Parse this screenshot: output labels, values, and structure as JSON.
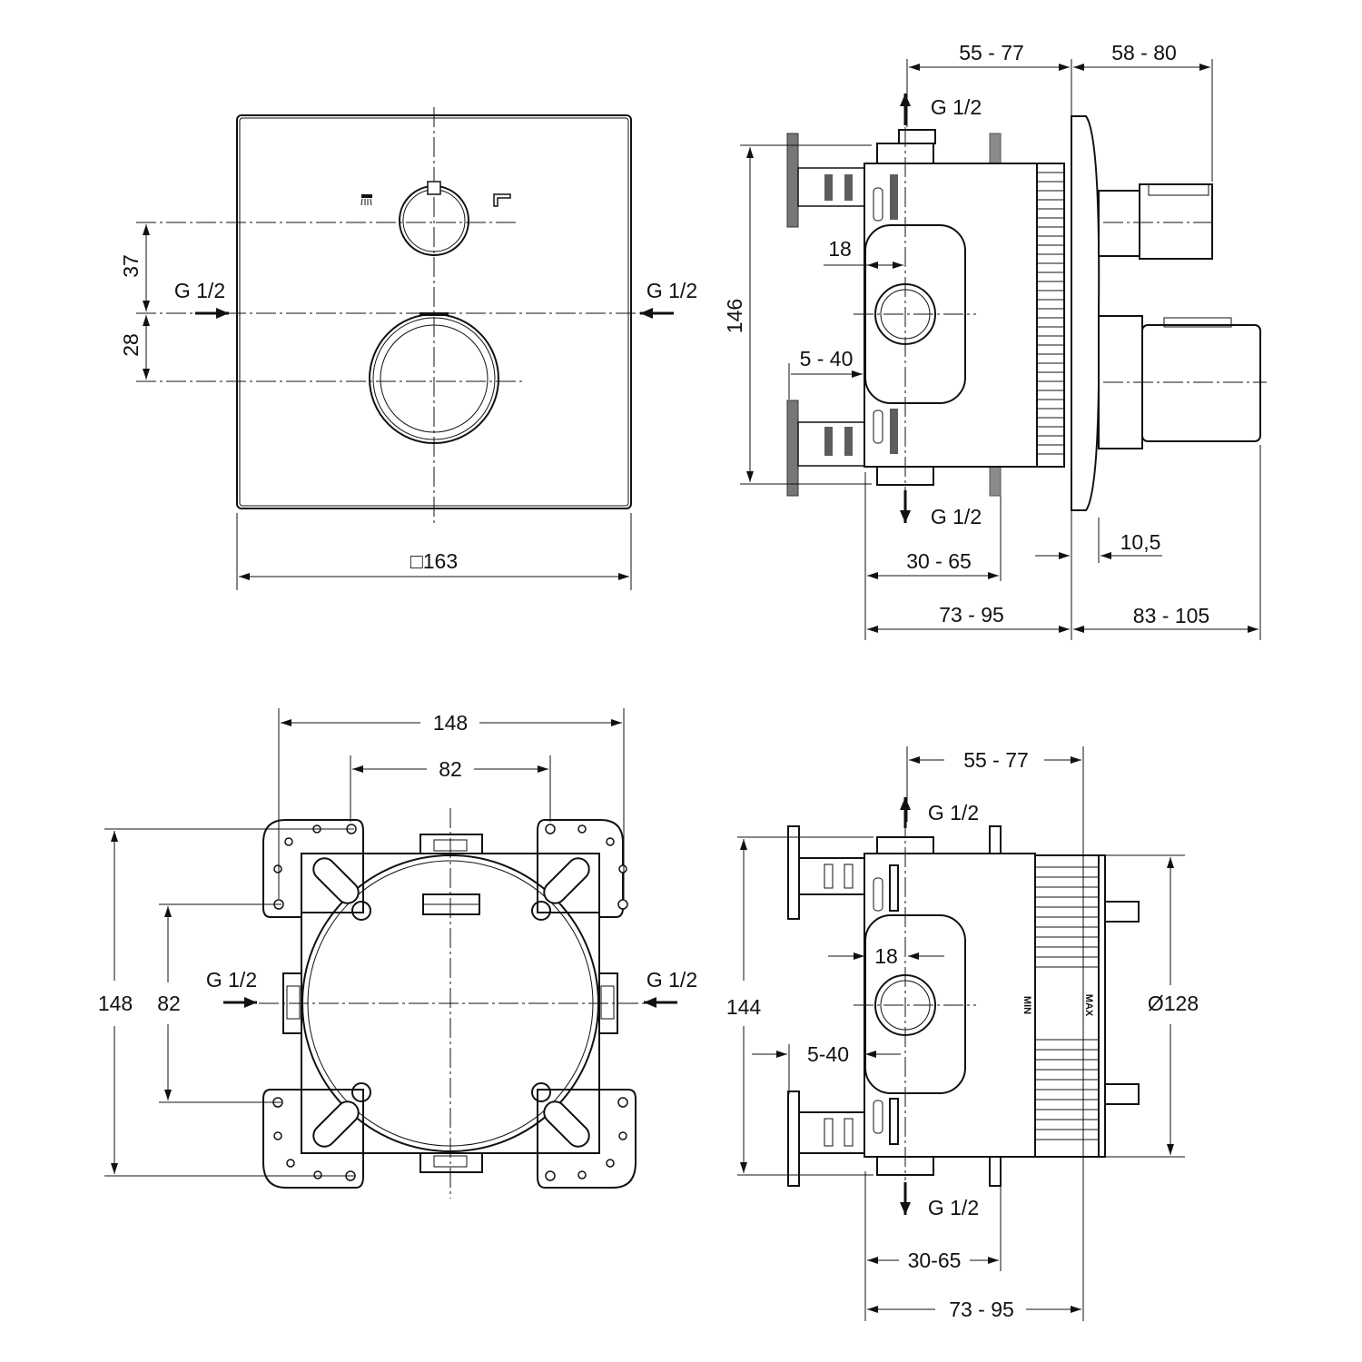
{
  "views": {
    "front": {
      "dim_37": "37",
      "dim_28": "28",
      "inlet_left": "G 1/2",
      "inlet_right": "G 1/2",
      "dim_163": "□163"
    },
    "side": {
      "dim_55_77": "55 - 77",
      "dim_58_80": "58 - 80",
      "outlet_top": "G 1/2",
      "outlet_bottom": "G 1/2",
      "dim_146": "146",
      "dim_18": "18",
      "dim_5_40": "5 - 40",
      "dim_10_5": "10,5",
      "dim_30_65": "30 - 65",
      "dim_73_95": "73 - 95",
      "dim_83_105": "83 - 105"
    },
    "plan": {
      "dim_148_h": "148",
      "dim_82_h": "82",
      "dim_148_v": "148",
      "dim_82_v": "82",
      "inlet_left": "G 1/2",
      "inlet_right": "G 1/2"
    },
    "body_side": {
      "dim_55_77": "55 - 77",
      "outlet_top": "G 1/2",
      "outlet_bottom": "G 1/2",
      "dim_144": "144",
      "dim_18": "18",
      "dim_5_40": "5-40",
      "dim_d128": "Ø128",
      "min_label": "MIN",
      "max_label": "MAX",
      "dim_30_65": "30-65",
      "dim_73_95": "73 - 95"
    }
  }
}
